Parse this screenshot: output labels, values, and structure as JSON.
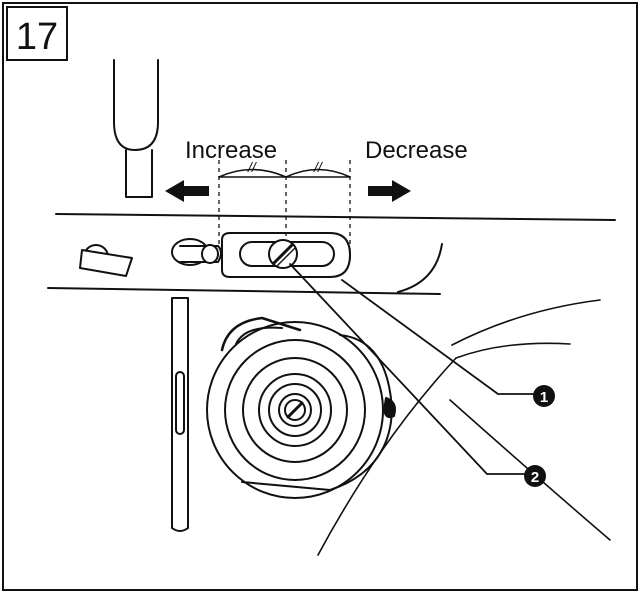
{
  "figure": {
    "number": "17",
    "increase_label": "Increase",
    "decrease_label": "Decrease",
    "callout_1": "1",
    "callout_2": "2",
    "increase_mark": "//",
    "decrease_mark": "//"
  },
  "colors": {
    "ink": "#111111",
    "paper": "#ffffff"
  }
}
